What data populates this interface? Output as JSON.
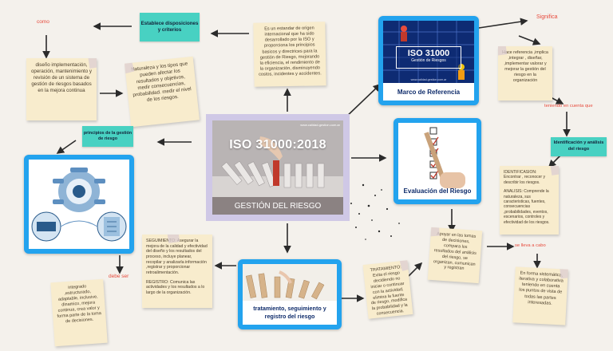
{
  "center": {
    "url": "www.calidad-gestion.com.ar",
    "title": "ISO 31000:2018",
    "subtitle": "GESTIÓN DEL RIESGO"
  },
  "top_note": "Es un estandar de origen internacional que ha sido desarrollado por la ISO y proporciona los principios basicos y directrices para la gestión de Riesgo, mejorando la eficiencia, el rendimiento de la organización, disminuyendo costos, incidentes y accidentes.",
  "marco": {
    "title": "ISO 31000",
    "sub": "Gestión de Riesgos",
    "url": "www.calidad-gestion.com.ar",
    "label": "Marco de Referencia"
  },
  "significa_label": "Significa",
  "significa_note": "Hace referencia ,implica ,integrar , diseñar, ,implementar valorar y mejorar la gestión del riesgo en la organización",
  "teniendo_label": "teniendo en cuenta que",
  "identificacion_box": "Identificación y análisis del riesgo",
  "identificacion_note": {
    "p1": "IDENTIFICASION: Encontrar , reconocer y describir los riesgos.",
    "p2": "ANALISIS: Comprende la naturaleza, sus caracteristicas, fuentes, consecuencias ,probabilidades, eventos, escenarios, controles y efectividad de los riesgos."
  },
  "evaluacion_label": "Evaluación del Riesgo",
  "evaluacion_note": "Apoyar en las tomas de decisiones, compara los resultados del análisis del riesgo, se organizan, cumunican y registran",
  "lleva_label": "se lleva a cabo",
  "forma_note": "En forma sistemática, iterativa y colaborativa teniendo en cuenta los puntos de vista de todas las partes interesadas.",
  "tratamiento_label": "tratamiento, seguimiento y registro del riesgo",
  "tratamiento_note": "TRATAMIENTO: Evita el riesgo decidiendo no iniciar o continuar con la actividad, elimina la fuente de riesgo, modifica la probabilidad y la consecuencia.",
  "seguimiento_note": {
    "p1": "SEGUIMIENTO: Asegurar la mejora de la calidad y efectividad del diseño y los resultados del proceso, incluye planear, recopilar y analizarla información ,registrar y proporcionar retroalimentación.",
    "p2": "REGISTRO: Comunica las actividades y los resultados a lo largo de la organización."
  },
  "principios_box": "principios de la gestión de riesgo",
  "debe_label": "debe ser",
  "integrado_note": "integrado ,estructurado, adaptable, inclusive, dinamico, mejora continua, crea valor y forma parte de la toma de decisiones.",
  "establece_box": "Establece disposiciones y criterios",
  "como_label": "como",
  "diseno_note": "diseño implementación, operación, mantenimiento y revisión de un sistema de gestión de riesgos basados en la mejora continua",
  "naturaleza_note": "Naturaleza y los tipos que pueden afectar los resultados y objetivos, medir consecuencias, probabilidad. medir el nivel de los riesgos."
}
